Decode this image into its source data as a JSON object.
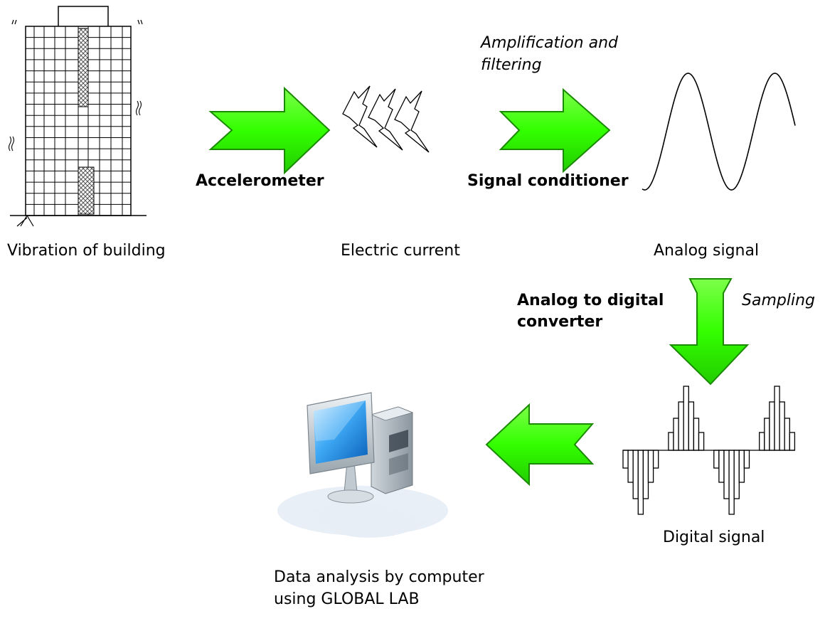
{
  "labels": {
    "vibration": "Vibration of building",
    "electric": "Electric current",
    "analog": "Analog signal",
    "digital": "Digital signal",
    "computer_line1": "Data analysis by computer",
    "computer_line2": "using GLOBAL LAB"
  },
  "steps": {
    "accelerometer": "Accelerometer",
    "conditioner": "Signal conditioner",
    "adc_line1": "Analog to digital",
    "adc_line2": "converter"
  },
  "processes": {
    "amplification_line1": "Amplification and",
    "amplification_line2": "filtering",
    "sampling": "Sampling"
  },
  "colors": {
    "arrow_fill": "#33ff00",
    "arrow_stroke": "#1a8a00",
    "line": "#000000",
    "monitor_screen": "#3fa9f5"
  },
  "icons": {
    "building": "building-vibration-icon",
    "bolts": "lightning-bolt-icon",
    "computer": "computer-icon"
  }
}
